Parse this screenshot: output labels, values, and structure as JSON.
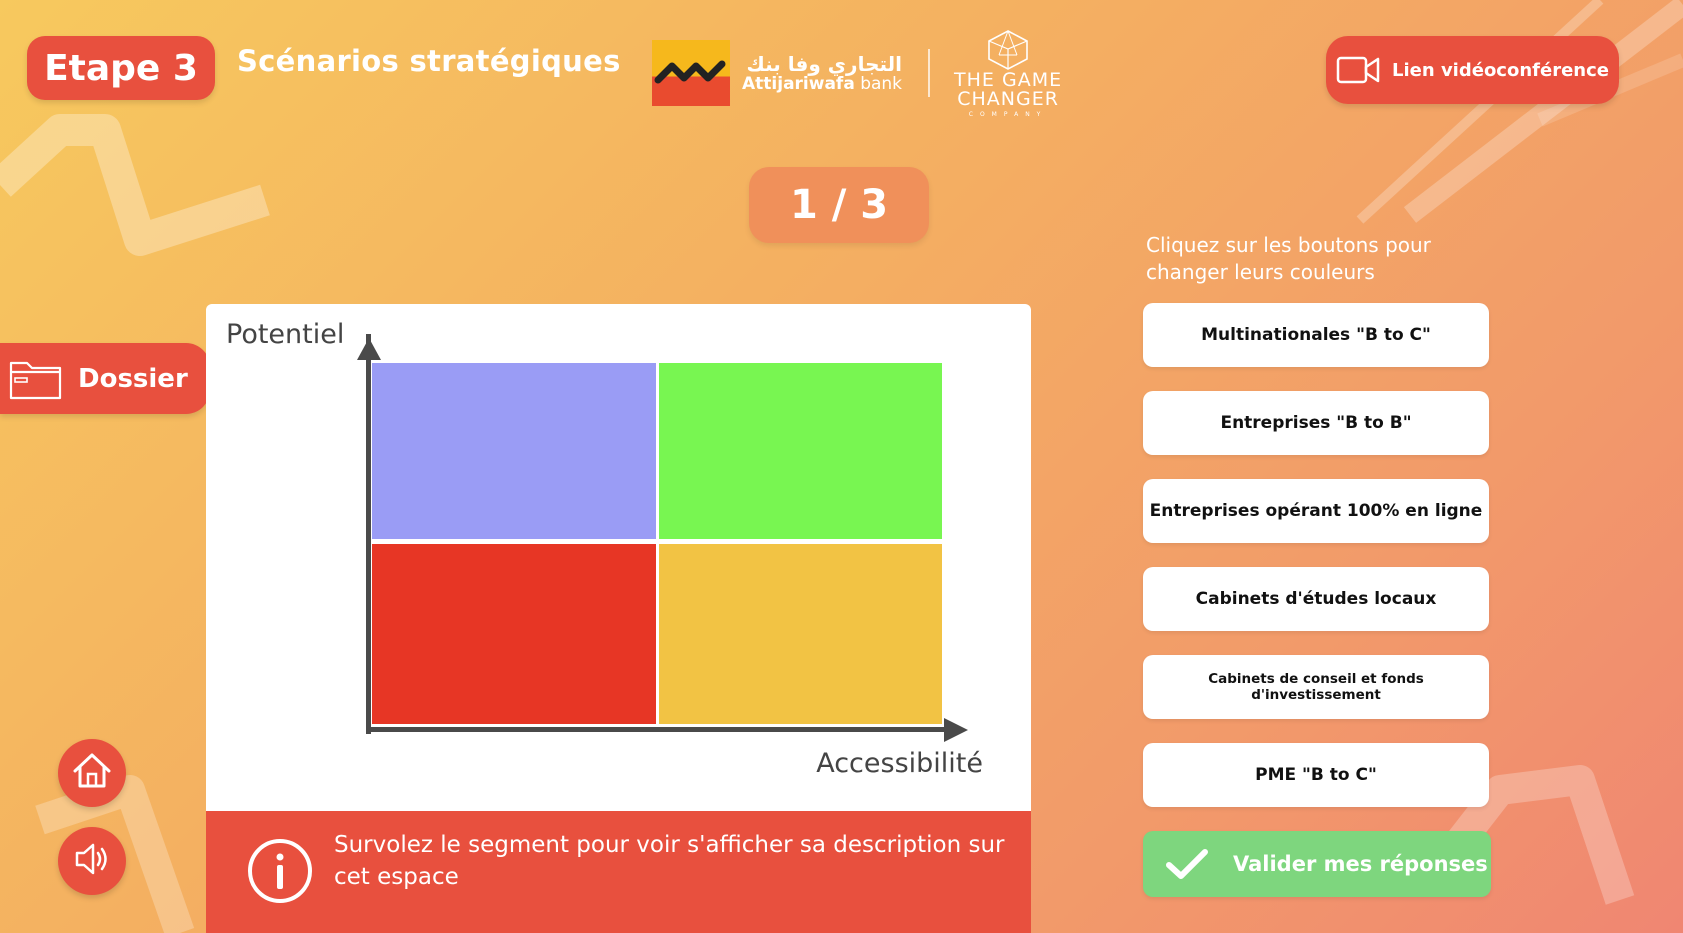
{
  "header": {
    "step_label": "Etape 3",
    "title": "Scénarios stratégiques",
    "logo_awb_arabic": "التجاري وفا بنك",
    "logo_awb_name_bold": "Attijariwafa",
    "logo_awb_name_light": " bank",
    "logo_gc_line1": "THE GAME",
    "logo_gc_line2": "CHANGER",
    "logo_gc_line3": "COMPANY",
    "video_button_label": "Lien vidéoconférence"
  },
  "progress": {
    "counter": "1 / 3"
  },
  "sidebar": {
    "dossier_label": "Dossier"
  },
  "matrix": {
    "y_axis_label": "Potentiel",
    "x_axis_label": "Accessibilité",
    "quadrant_colors": {
      "top_left": "#9a9cf5",
      "top_right": "#78f651",
      "bottom_left": "#e73625",
      "bottom_right": "#f2c344"
    }
  },
  "info": {
    "text": "Survolez le segment pour voir s'afficher sa description sur cet espace"
  },
  "segments": {
    "instruction": "Cliquez sur les boutons pour changer leurs couleurs",
    "items": [
      {
        "label": "Multinationales \"B to C\""
      },
      {
        "label": "Entreprises \"B to B\""
      },
      {
        "label": "Entreprises opérant 100% en ligne"
      },
      {
        "label": "Cabinets d'études locaux"
      },
      {
        "label": "Cabinets de conseil et fonds d'investissement"
      },
      {
        "label": "PME \"B to C\""
      }
    ],
    "validate_label": "Valider mes réponses"
  },
  "icons": {
    "video": "video-camera-icon",
    "folder": "folder-icon",
    "home": "home-icon",
    "sound": "speaker-icon",
    "info": "info-icon",
    "check": "checkmark-icon"
  },
  "colors": {
    "accent_red": "#e8503e",
    "counter_orange": "#f0905a",
    "validate_green": "#7ed67e"
  }
}
